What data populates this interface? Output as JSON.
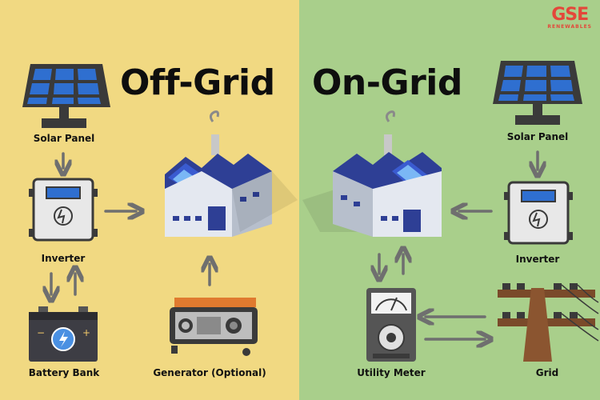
{
  "colors": {
    "left_bg": "#f1d982",
    "right_bg": "#a9cf8b",
    "arrow": "#6f6f6f",
    "panel_blue": "#2f6fd0",
    "accent": "#e4473a"
  },
  "logo": {
    "text": "GSE",
    "sub": "RENEWABLES"
  },
  "off_grid": {
    "title": "Off-Grid",
    "labels": {
      "solar_panel": "Solar Panel",
      "inverter": "Inverter",
      "battery_bank": "Battery Bank",
      "generator": "Generator (Optional)"
    }
  },
  "on_grid": {
    "title": "On-Grid",
    "labels": {
      "solar_panel": "Solar Panel",
      "inverter": "Inverter",
      "utility_meter": "Utility Meter",
      "grid": "Grid"
    }
  }
}
